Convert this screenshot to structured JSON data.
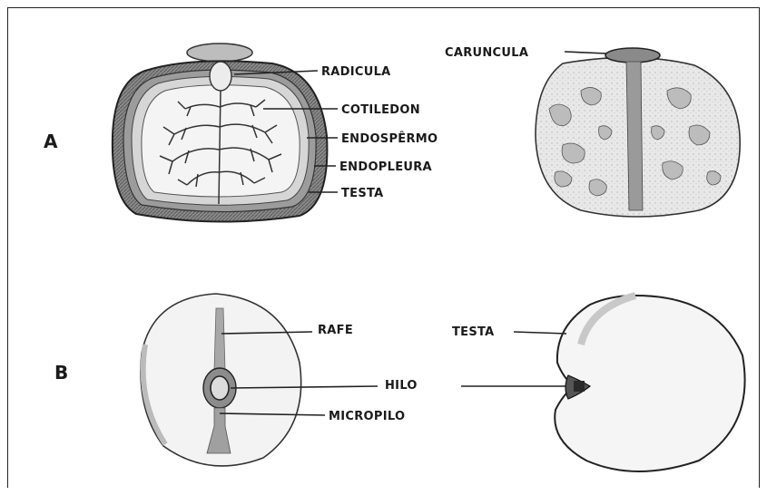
{
  "section_a": {
    "letter": "A",
    "labels": {
      "radicula": "RADICULA",
      "cotiledon": "COTILEDON",
      "endospermo": "ENDOSPÊRMO",
      "endopleura": "ENDOPLEURA",
      "testa": "TESTA",
      "caruncula": "CARUNCULA"
    }
  },
  "section_b": {
    "letter": "B",
    "labels": {
      "rafe": "RAFE",
      "hilo": "HILO",
      "micropilo": "MICROPILO",
      "testa": "TESTA"
    }
  }
}
